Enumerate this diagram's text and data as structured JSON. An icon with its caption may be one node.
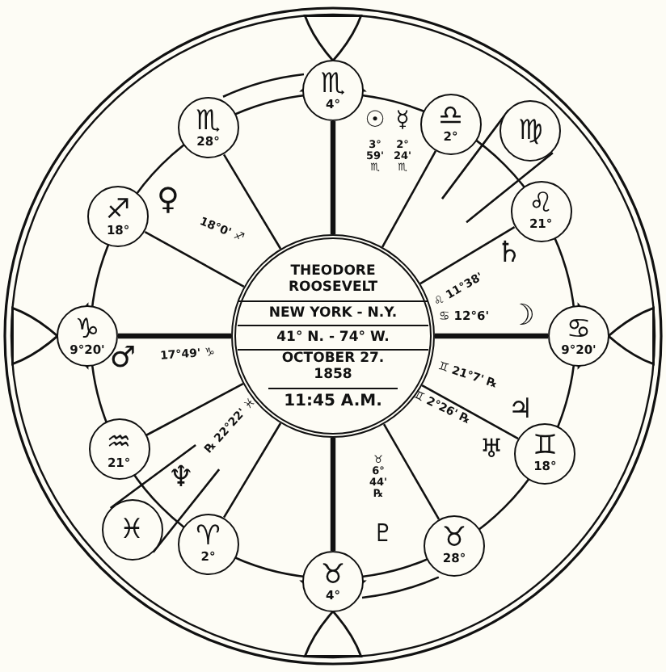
{
  "diagram": {
    "nodes": [
      {
        "text": [
          "THEODORE ROOSEVELT",
          "NEW YORK - N.Y.",
          "41° N. - 74° W.",
          "OCTOBER 27. 1858",
          "11:45 A.M."
        ]
      },
      {
        "text": [
          "♏",
          "4°"
        ]
      },
      {
        "text": [
          "♏",
          "28°"
        ]
      },
      {
        "text": [
          "♎",
          "2°"
        ]
      },
      {
        "text": [
          "♍"
        ]
      },
      {
        "text": [
          "♐",
          "18°"
        ]
      },
      {
        "text": [
          "♌",
          "21°"
        ]
      },
      {
        "text": [
          "♑",
          "9°20'"
        ]
      },
      {
        "text": [
          "♋",
          "9°20'"
        ]
      },
      {
        "text": [
          "♒",
          "21°"
        ]
      },
      {
        "text": [
          "♊",
          "18°"
        ]
      },
      {
        "text": [
          "♓"
        ]
      },
      {
        "text": [
          "♈",
          "2°"
        ]
      },
      {
        "text": [
          "♉",
          "28°"
        ]
      },
      {
        "text": [
          "♉",
          "4°"
        ]
      }
    ],
    "edges": [
      {
        "from": 0,
        "to": 1,
        "arrow": "none",
        "style": "thick"
      },
      {
        "from": 0,
        "to": 2,
        "arrow": "none"
      },
      {
        "from": 0,
        "to": 3,
        "arrow": "none"
      },
      {
        "from": 0,
        "to": 5,
        "arrow": "none"
      },
      {
        "from": 0,
        "to": 6,
        "arrow": "none"
      },
      {
        "from": 0,
        "to": 7,
        "arrow": "none",
        "style": "thick"
      },
      {
        "from": 0,
        "to": 8,
        "arrow": "none",
        "style": "thick"
      },
      {
        "from": 0,
        "to": 9,
        "arrow": "none"
      },
      {
        "from": 0,
        "to": 10,
        "arrow": "none"
      },
      {
        "from": 0,
        "to": 12,
        "arrow": "none"
      },
      {
        "from": 0,
        "to": 13,
        "arrow": "none"
      },
      {
        "from": 0,
        "to": 14,
        "arrow": "none",
        "style": "thick"
      },
      {
        "from": 2,
        "to": 1,
        "arrow": "none"
      },
      {
        "from": 13,
        "to": 14,
        "arrow": "none"
      }
    ],
    "labels": [
      "☉",
      "☿",
      "3° 59' ♏",
      "2° 24' ♏",
      "♀",
      "18°0' ♐",
      "♄",
      "♌ 11°38'",
      "♋ 12°6'",
      "☽",
      "♂",
      "17°49' ♑",
      "♊ 21°7' ℞",
      "♃",
      "♊ 2°26' ℞",
      "♅",
      "℞ 22°22' ♓",
      "♆",
      "♉ 6° 44' ℞",
      "♇"
    ]
  }
}
